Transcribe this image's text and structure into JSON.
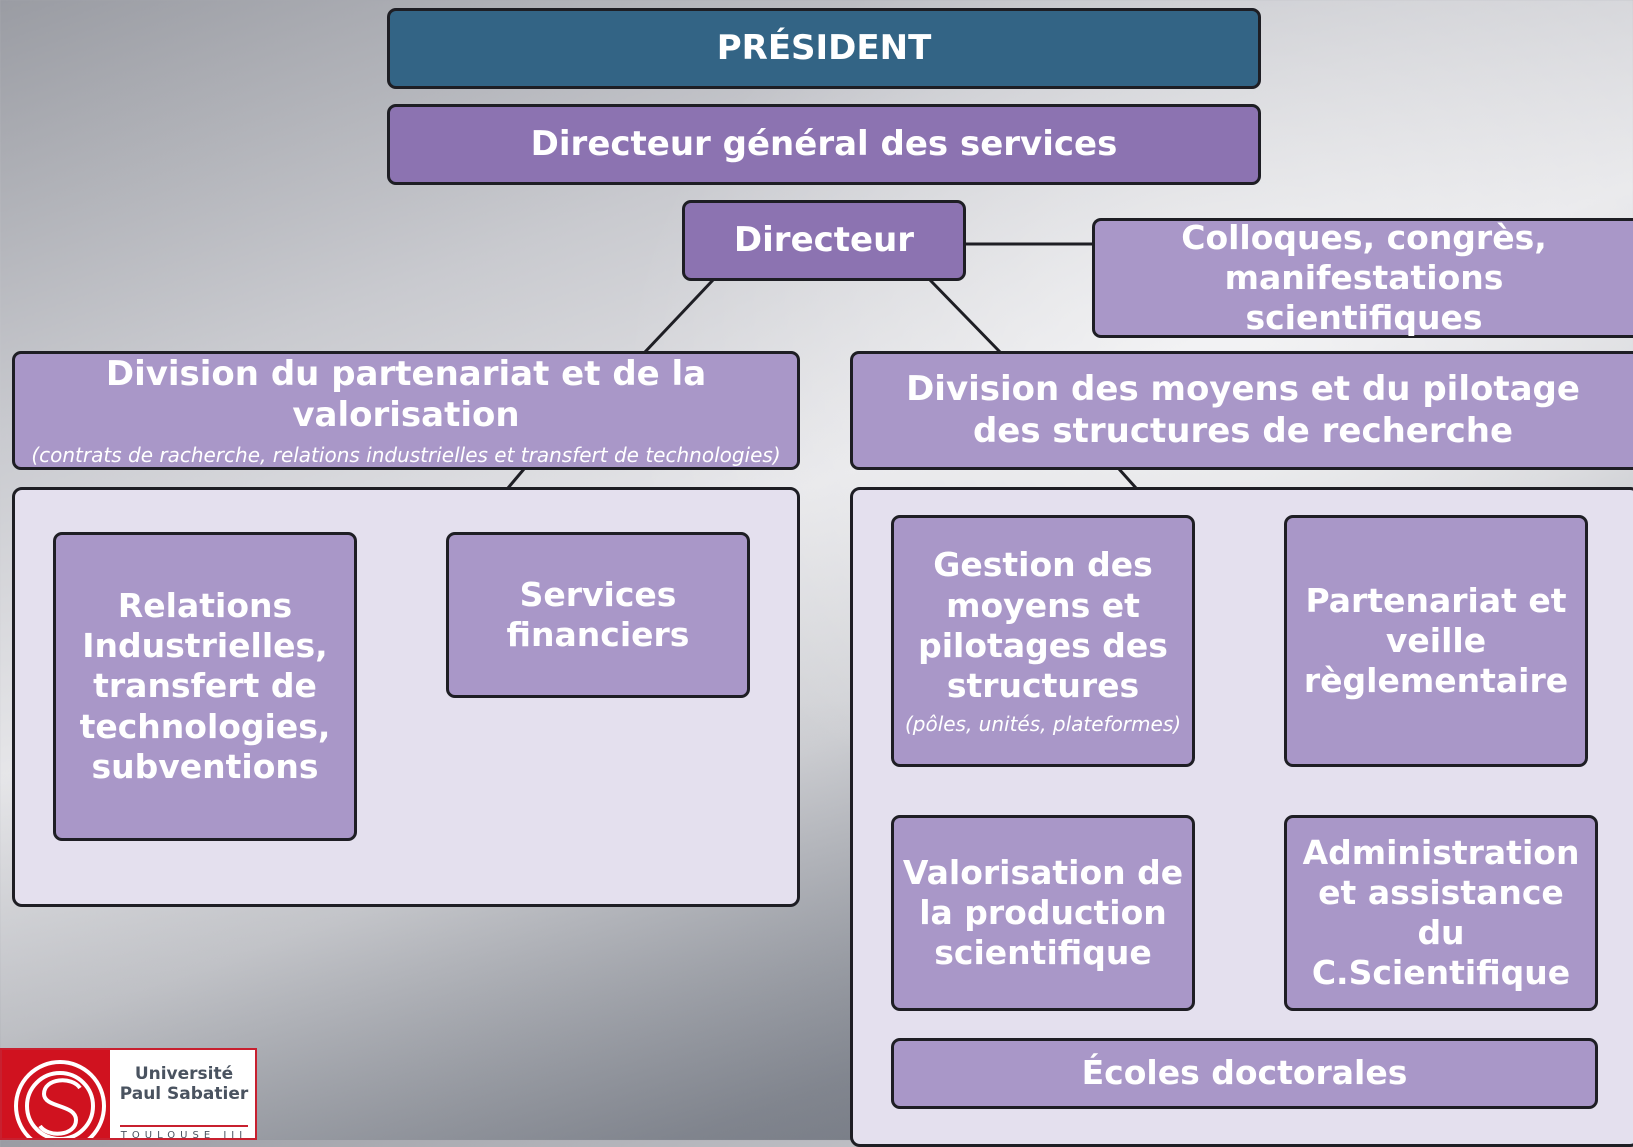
{
  "nodes": {
    "president": "PRÉSIDENT",
    "dgs": "Directeur général des services",
    "directeur": "Directeur",
    "colloques": "Colloques, congrès, manifestations scientifiques",
    "div_partenariat": {
      "title": "Division du partenariat et de la valorisation",
      "subtitle": "(contrats de racherche, relations industrielles et transfert de technologies)"
    },
    "div_moyens": {
      "title": "Division des moyens et du pilotage des structures de recherche"
    },
    "relations": "Relations Industrielles, transfert de technologies, subventions",
    "services_financiers": "Services financiers",
    "gestion": {
      "title": "Gestion des moyens et pilotages des structures",
      "subtitle": "(pôles, unités, plateformes)"
    },
    "partenariat_veille": "Partenariat et veille règlementaire",
    "valorisation": "Valorisation de la production scientifique",
    "administration": "Administration et assistance du C.Scientifique",
    "ecoles": "Écoles doctorales"
  },
  "logo": {
    "line1": "Université",
    "line2": "Paul Sabatier",
    "line3": "TOULOUSE III"
  },
  "colors": {
    "president": "#336485",
    "dgs": "#8c73b1",
    "box": "#a997c8",
    "panel": "#e4e0ee",
    "logo_red": "#d0121f"
  }
}
